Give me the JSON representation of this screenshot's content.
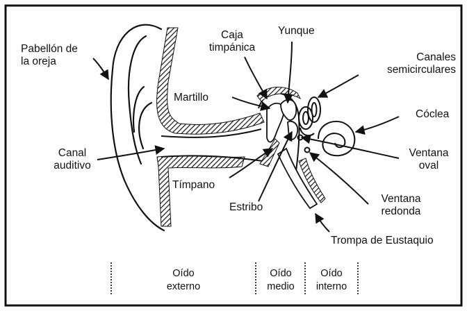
{
  "labels": {
    "pabellon_1": "Pabellón de",
    "pabellon_2": "la oreja",
    "caja_1": "Caja",
    "caja_2": "timpánica",
    "yunque": "Yunque",
    "canales_1": "Canales",
    "canales_2": "semicirculares",
    "martillo": "Martillo",
    "coclea": "Cóclea",
    "canal_1": "Canal",
    "canal_2": "auditivo",
    "ventana_oval_1": "Ventana",
    "ventana_oval_2": "oval",
    "timpano": "Tímpano",
    "estribo": "Estribo",
    "ventana_redonda_1": "Ventana",
    "ventana_redonda_2": "redonda",
    "trompa": "Trompa de Eustaquio"
  },
  "zones": {
    "externo_1": "Oído",
    "externo_2": "externo",
    "medio_1": "Oído",
    "medio_2": "medio",
    "interno_1": "Oído",
    "interno_2": "interno"
  },
  "colors": {
    "ink": "#111111",
    "background": "#ffffff"
  }
}
